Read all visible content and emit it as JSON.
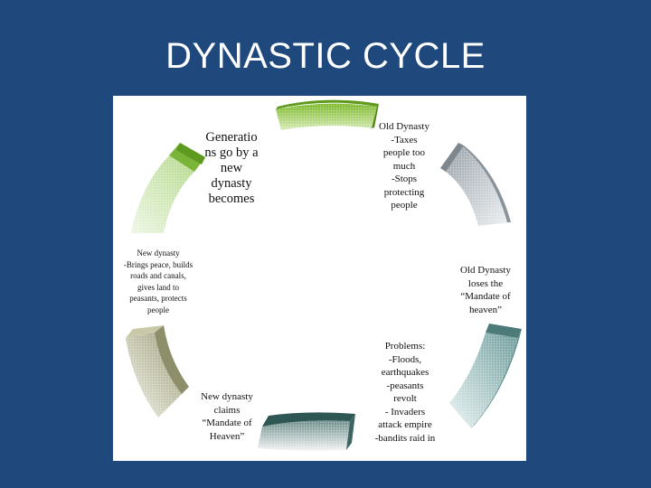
{
  "title": "DYNASTIC CYCLE",
  "stages": [
    {
      "id": "generations",
      "text": "Generatio\nns go by a\nnew\ndynasty\nbecomes"
    },
    {
      "id": "old-dynasty-taxes",
      "text": "Old Dynasty\n-Taxes\npeople too\nmuch\n-Stops\nprotecting\npeople"
    },
    {
      "id": "loses-mandate",
      "text": "Old Dynasty\nloses the\n“Mandate of\nheaven”"
    },
    {
      "id": "problems",
      "text": "Problems:\n-Floods,\nearthquakes\n-peasants\nrevolt\n- Invaders\nattack empire\n-bandits raid in"
    },
    {
      "id": "new-dynasty-claims",
      "text": "New dynasty\nclaims\n“Mandate of\nHeaven”"
    },
    {
      "id": "new-dynasty-brings-peace",
      "text": "New dynasty\n-Brings peace, builds\nroads and canals,\ngives land to\npeasants, protects\npeople"
    }
  ],
  "colors": {
    "background": "#1f497d",
    "arrow_green": "#7db92c",
    "arrow_gray": "#aab2b8",
    "arrow_teal": "#6a9c9a",
    "arrow_dark_teal": "#2e5a58",
    "arrow_olive": "#a9aa88",
    "arrow_light_green": "#8cc256"
  }
}
